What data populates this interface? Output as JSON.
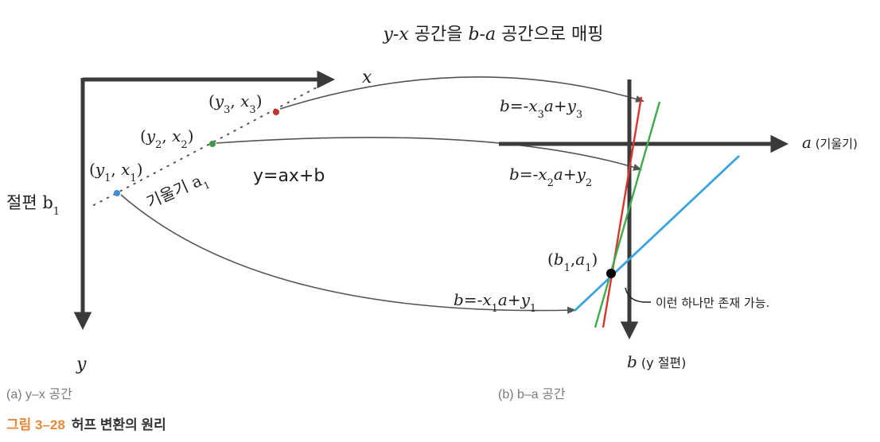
{
  "title": "y-x 공간을 b-a 공간으로 매핑",
  "left_space": {
    "x_axis_label": "x",
    "y_axis_label": "y",
    "intercept_label": "절편 b",
    "intercept_sub": "1",
    "slope_label": "기울기 a",
    "slope_sub": "1",
    "equation_note": "y=ax+b",
    "points": [
      {
        "label": "(y1, x1)",
        "color": "#3a8fd6"
      },
      {
        "label": "(y2, x2)",
        "color": "#3f9b4a"
      },
      {
        "label": "(y3, x3)",
        "color": "#c4342d"
      }
    ]
  },
  "right_space": {
    "a_axis_label": "a (기울기)",
    "b_axis_label": "b (y 절편)",
    "lines": [
      {
        "label": "b=-x3a+y3",
        "color": "#d9352e"
      },
      {
        "label": "b=-x2a+y2",
        "color": "#3faa4a"
      },
      {
        "label": "b=-x1a+y1",
        "color": "#3aa3e0"
      }
    ],
    "intersection_label": "(b1,a1)",
    "intersection_note": "이런 하나만 존재 가능."
  },
  "captions": {
    "left": "(a) y–x 공간",
    "right": "(b) b–a 공간",
    "figure_number": "그림 3–28",
    "figure_title": "허프 변환의 원리"
  }
}
